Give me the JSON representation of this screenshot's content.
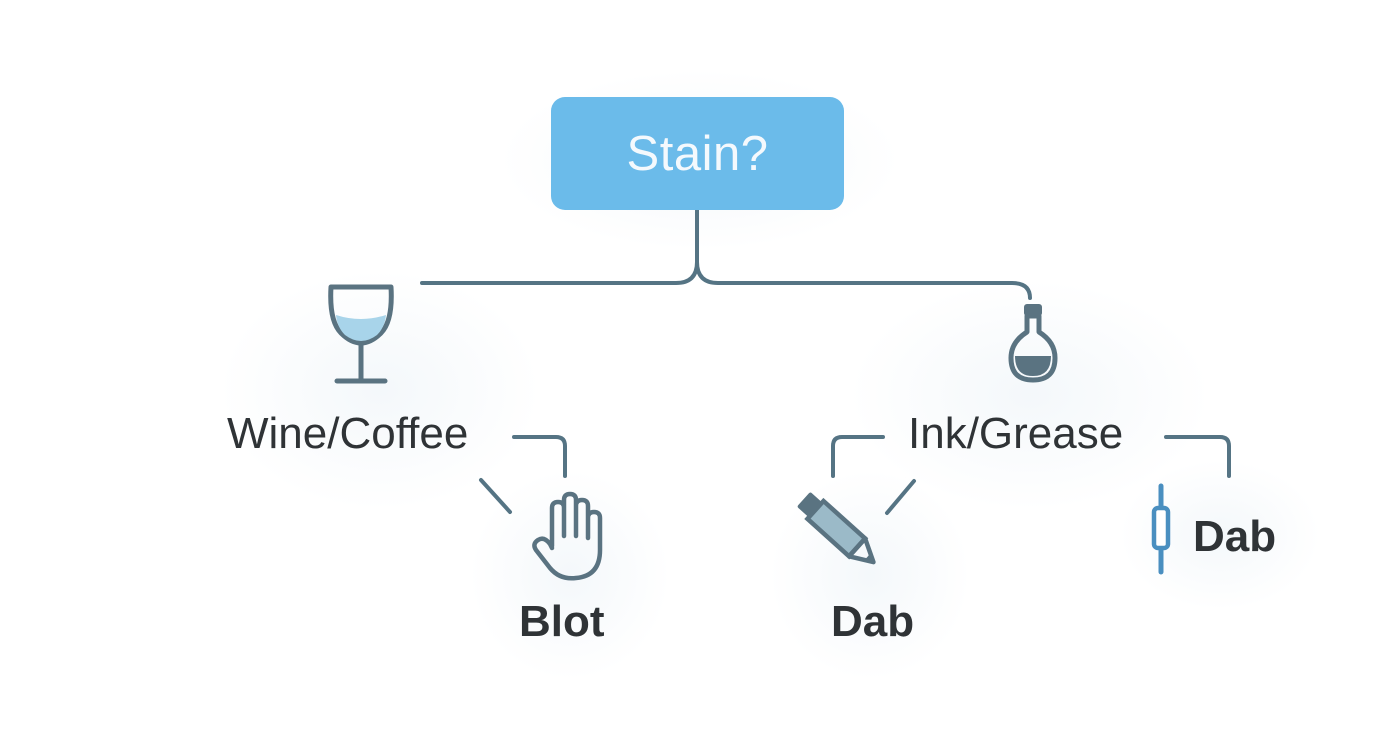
{
  "diagram": {
    "root": {
      "label": "Stain?"
    },
    "branches": [
      {
        "label": "Wine/Coffee",
        "icon": "wine-glass-icon",
        "children": [
          {
            "label": "Blot",
            "icon": "hand-icon"
          }
        ]
      },
      {
        "label": "Ink/Grease",
        "icon": "flask-icon",
        "children": [
          {
            "label": "Dab",
            "icon": "pen-icon"
          },
          {
            "label": "Dab",
            "icon": "swab-icon"
          }
        ]
      }
    ]
  },
  "colors": {
    "root_fill": "#6bbbea",
    "root_text": "#f4f9fd",
    "connector": "#557484",
    "icon_stroke": "#5a7381",
    "icon_accent": "#a8d4ea",
    "swab_accent": "#4a8fc0",
    "label_text": "#2f3336"
  }
}
